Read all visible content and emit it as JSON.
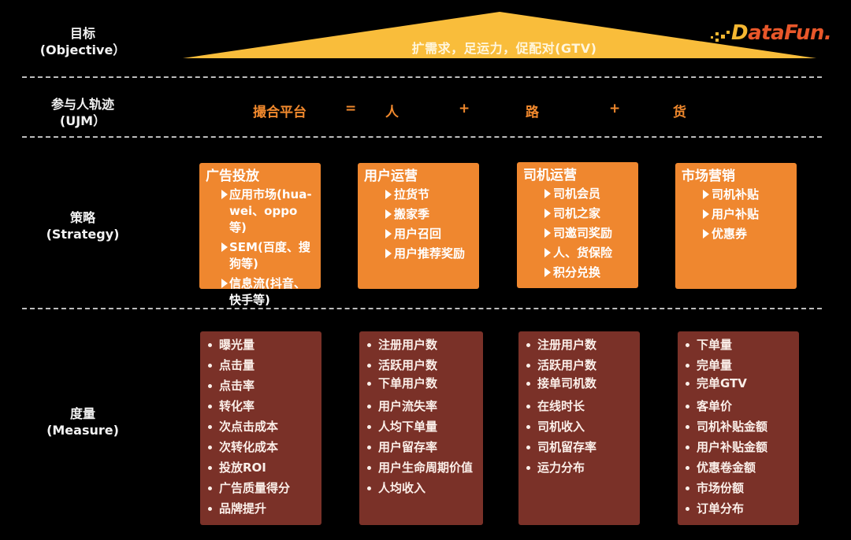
{
  "colors": {
    "background": "#000000",
    "objective_triangle": "#f9bd3b",
    "ujm_text": "#f1892d",
    "strategy_box": "#ef872f",
    "measure_box": "#7a3128",
    "divider": "#bdbdbd",
    "logo_d": "#f5b731",
    "logo_rest": "#e8572a"
  },
  "logo": {
    "brand_first": "D",
    "brand_rest": "ataFun."
  },
  "rows": {
    "objective": {
      "label_cn": "目标",
      "label_en": "(Objective）"
    },
    "ujm": {
      "label_cn": "参与人轨迹",
      "label_en": "(UJM）"
    },
    "strategy": {
      "label_cn": "策略",
      "label_en": "(Strategy)"
    },
    "measure": {
      "label_cn": "度量",
      "label_en": "(Measure)"
    }
  },
  "objective": {
    "text": "扩需求，足运力，促配对(GTV)"
  },
  "ujm": {
    "tokens": [
      "撮合平台",
      "=",
      "人",
      "+",
      "路",
      "+",
      "货"
    ]
  },
  "strategy": [
    {
      "title": "广告投放",
      "items": [
        "应用市场(hua-wei、oppo等)",
        "SEM(百度、搜狗等)",
        "信息流(抖音、快手等)"
      ]
    },
    {
      "title": "用户运营",
      "items": [
        "拉货节",
        "搬家季",
        "用户召回",
        "用户推荐奖励"
      ]
    },
    {
      "title": "司机运营",
      "items": [
        "司机会员",
        "司机之家",
        "司邀司奖励",
        "人、货保险",
        "积分兑换"
      ]
    },
    {
      "title": "市场营销",
      "items": [
        "司机补贴",
        "用户补贴",
        "优惠券"
      ]
    }
  ],
  "measure": [
    {
      "items": [
        "曝光量",
        "点击量",
        "点击率",
        "转化率",
        "次点击成本",
        "次转化成本",
        "投放ROI",
        "广告质量得分",
        "品牌提升"
      ]
    },
    {
      "items": [
        "注册用户数",
        "活跃用户数",
        "下单用户数",
        "用户流失率",
        "人均下单量",
        "用户留存率",
        "用户生命周期价值",
        "人均收入"
      ]
    },
    {
      "items": [
        "注册用户数",
        "活跃用户数",
        "接单司机数",
        "在线时长",
        "司机收入",
        "司机留存率",
        "运力分布"
      ]
    },
    {
      "items": [
        "下单量",
        "完单量",
        "完单GTV",
        "客单价",
        "司机补贴金额",
        "用户补贴金额",
        "优惠卷金额",
        "市场份额",
        "订单分布"
      ]
    }
  ]
}
